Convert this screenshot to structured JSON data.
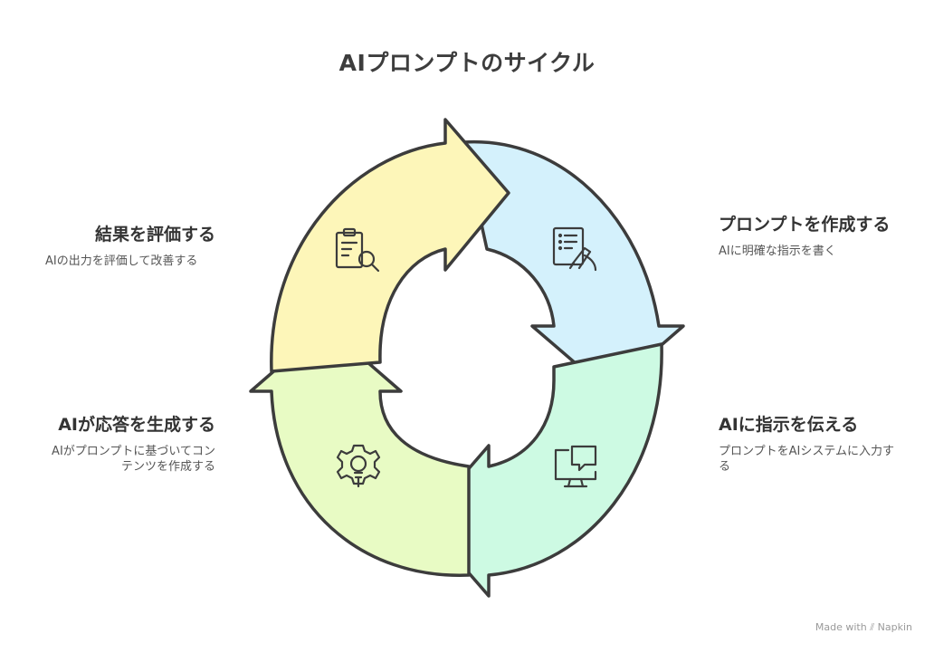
{
  "title": "AIプロンプトのサイクル",
  "steps": {
    "create": {
      "heading": "プロンプトを作成する",
      "description": "AIに明確な指示を書く",
      "color": "#d4f1fc",
      "icon": "document-pen-icon"
    },
    "instruct": {
      "heading": "AIに指示を伝える",
      "description": "プロンプトをAIシステムに入力する",
      "color": "#cdfae3",
      "icon": "monitor-chat-icon"
    },
    "generate": {
      "heading": "AIが応答を生成する",
      "description": "AIがプロンプトに基づいてコンテンツを作成する",
      "color": "#e8fbc4",
      "icon": "gear-bulb-icon"
    },
    "evaluate": {
      "heading": "結果を評価する",
      "description": "AIの出力を評価して改善する",
      "color": "#fdf6b9",
      "icon": "clipboard-search-icon"
    }
  },
  "footer": {
    "made_with": "Made with",
    "brand": "Napkin"
  },
  "colors": {
    "outline": "#3c3c3c",
    "text": "#333333"
  }
}
